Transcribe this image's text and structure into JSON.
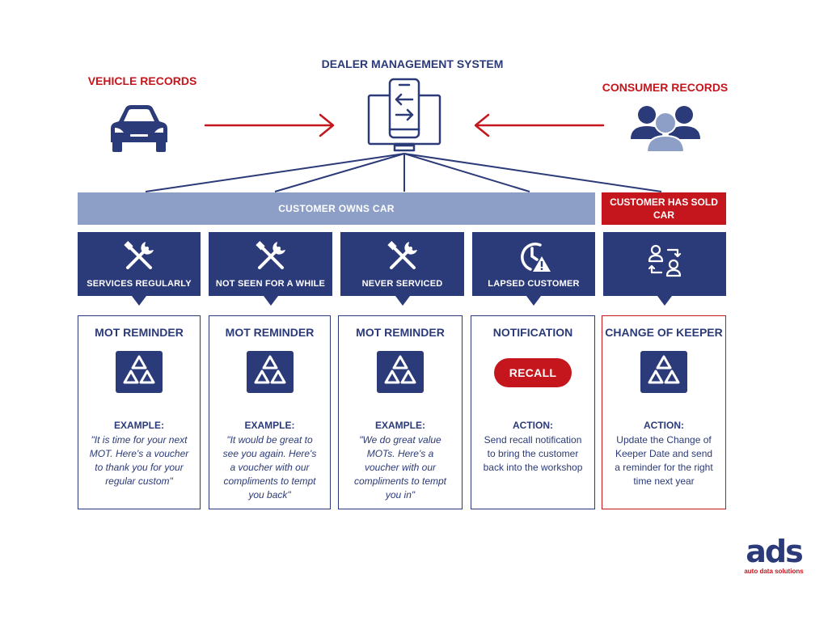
{
  "header": {
    "dms_title": "DEALER MANAGEMENT SYSTEM",
    "vehicle_title": "VEHICLE RECORDS",
    "consumer_title": "CONSUMER RECORDS"
  },
  "bars": {
    "owns": "CUSTOMER OWNS CAR",
    "sold": "CUSTOMER HAS SOLD CAR"
  },
  "segments": [
    {
      "label": "SERVICES REGULARLY",
      "icon": "tools-icon"
    },
    {
      "label": "NOT SEEN  FOR A WHILE",
      "icon": "tools-icon"
    },
    {
      "label": "NEVER SERVICED",
      "icon": "tools-icon"
    },
    {
      "label": "LAPSED CUSTOMER",
      "icon": "clock-warning-icon"
    },
    {
      "label": "",
      "icon": "people-transfer-icon"
    }
  ],
  "cards": [
    {
      "heading": "MOT REMINDER",
      "key": "EXAMPLE:",
      "text": "\"It is time for your next MOT. Here's a voucher to thank you for your regular custom\""
    },
    {
      "heading": "MOT REMINDER",
      "key": "EXAMPLE:",
      "text": "\"It would be great to see you again. Here's a voucher with our compliments to tempt you back\""
    },
    {
      "heading": "MOT REMINDER",
      "key": "EXAMPLE:",
      "text": "\"We do great value MOTs. Here's a voucher with our compliments to tempt you in\""
    },
    {
      "heading": "NOTIFICATION",
      "button": "RECALL",
      "key": "ACTION:",
      "text": "Send recall notification to bring the customer back into the workshop"
    },
    {
      "heading": "CHANGE OF KEEPER",
      "key": "ACTION:",
      "text": "Update the Change of Keeper Date and send a reminder for the right time next year"
    }
  ],
  "logo": {
    "mark": "ads",
    "tagline": "auto data solutions"
  },
  "colors": {
    "navy": "#2b3a78",
    "light_blue": "#8d9fc6",
    "red": "#c4161c"
  }
}
